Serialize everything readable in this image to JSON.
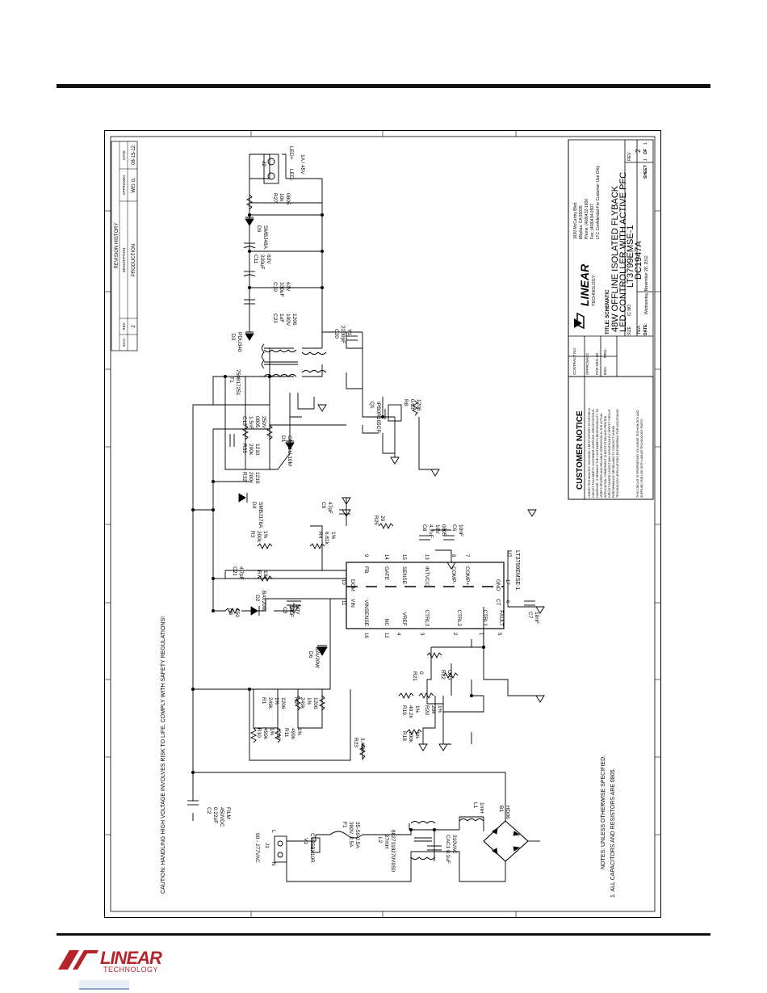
{
  "revision_history": {
    "title": "REVISION HISTORY",
    "headers": [
      "ECO",
      "REV",
      "DESCRIPTION",
      "APPROVED",
      "DATE"
    ],
    "row": {
      "eco": "",
      "rev": "2",
      "description": "PRODUCTION",
      "approved": "WEI G.",
      "date": "08-15-12"
    }
  },
  "caution": "CAUTION: HANDLING HIGH VOLTAGE INVOLVES RISK TO LIFE, COMPLY WITH SAFETY REGULATIONS!",
  "notes": {
    "line1": "NOTES: UNLESS OTHERWISE SPECIFIED,",
    "line2": "1. ALL CAPACITORS AND RESISTORS ARE 0805."
  },
  "input": {
    "range": "90 - 277VAC",
    "L": "L",
    "N": "N"
  },
  "components": {
    "J1": "J1",
    "V1": [
      "V1",
      "CV35BX10R"
    ],
    "L2": [
      "L2",
      "27mH",
      "8827318270V0S0"
    ],
    "F1": [
      "F1",
      "300V, 2.5A",
      "35-S9-2.5A"
    ],
    "CAC1": [
      "CAC1 0.1uF",
      "310VAC"
    ],
    "L1": [
      "L1",
      "1mH"
    ],
    "B1": [
      "B1",
      "HD06"
    ],
    "C2": [
      "C2",
      "0.22uF",
      "450VDC",
      "FILM"
    ],
    "R10": [
      "R10",
      "499k",
      "1%",
      "1206"
    ],
    "R11": [
      "R11",
      "499k",
      "1%"
    ],
    "R1": [
      "R1",
      "249k",
      "1%",
      "1206"
    ],
    "R2": [
      "R2",
      "249k",
      "1%",
      "1206"
    ],
    "R23": [
      "R23",
      "3.48K"
    ],
    "D6": [
      "D6",
      "BAV20W"
    ],
    "R5": [
      "R5",
      "150"
    ],
    "D2": [
      "D2",
      "BAV20W"
    ],
    "C3": [
      "C3",
      "10uF",
      "50V"
    ],
    "C21": [
      "C21",
      "4.7pF"
    ],
    "R7": [
      "R7",
      "10k"
    ],
    "R3": [
      "R3",
      "200k",
      "1%"
    ],
    "R4": [
      "R4",
      "6.81k",
      "1%"
    ],
    "C9": [
      "C9",
      "47pF"
    ],
    "D4": [
      "D4",
      "SMBJ170A"
    ],
    "R32": [
      "R32",
      "200k",
      "1210"
    ],
    "R33": [
      "R33",
      "200k",
      "1210"
    ],
    "C13": [
      "C13",
      "1.5nF",
      "0805",
      "250V"
    ],
    "D1": [
      "D1",
      "CMR1U-10M"
    ],
    "T1": [
      "T1",
      "750817251"
    ],
    "D3": [
      "D3",
      "PDU340"
    ],
    "C23": [
      "C23",
      "1uF",
      "100V",
      "1206"
    ],
    "C10": [
      "C10",
      "330uF",
      "63V"
    ],
    "C11": [
      "C11",
      "330uF",
      "63V"
    ],
    "D9": [
      "D9",
      "SMBJ48A"
    ],
    "R27": [
      "R27",
      "10k",
      "0805"
    ],
    "J2": [
      "J2",
      "LED+",
      "LED-",
      "1A / 45V"
    ],
    "Q1": [
      "Q1",
      "IPB0R165CP"
    ],
    "R8": [
      "R8",
      "0.03",
      "1206"
    ],
    "C20": [
      "C20",
      "2200pF",
      "Y1"
    ],
    "R25": [
      "R25",
      "20"
    ],
    "C8": [
      "C8",
      "4.7uF",
      "16V",
      "0805"
    ],
    "C6": [
      "C6",
      "10nF"
    ],
    "C7": [
      "C7",
      "10nF"
    ],
    "R21": [
      "R21",
      "0"
    ],
    "R22": [
      "R22",
      "OPT"
    ],
    "R19": [
      "R19",
      "40.2k",
      "1%"
    ],
    "R20": [
      "R20",
      "20k",
      "1%"
    ],
    "R18": [
      "R18",
      "100k",
      "1%"
    ],
    "U1": [
      "U1",
      "LT3799EMSE-1"
    ]
  },
  "ic_pins": {
    "top": [
      "FB",
      "GATE",
      "SENSE",
      "INTVCC",
      "COMP-",
      "COMP+"
    ],
    "top_nums": [
      "9",
      "14",
      "15",
      "13",
      "8",
      "7"
    ],
    "bottom": [
      "VINSENSE",
      "NC",
      "VREF",
      "CTRL3",
      "CTRL2",
      "CTRL1",
      "FAULT"
    ],
    "bottom_nums": [
      "16",
      "12",
      "4",
      "3",
      "2",
      "1",
      "5"
    ],
    "left": [
      "DCM",
      "VIN"
    ],
    "left_nums": [
      "10",
      "11"
    ],
    "right": [
      "GND",
      "CT"
    ],
    "right_nums": [
      "17",
      "6"
    ]
  },
  "customer_notice": {
    "title": "CUSTOMER NOTICE",
    "body": [
      "LINEAR TECHNOLOGY HAS MADE A BEST EFFORT TO DESIGN A",
      "CIRCUIT THAT MEETS CUSTOMER-SUPPLIED SPECIFICATIONS;",
      "HOWEVER, IT REMAINS THE CUSTOMER'S RESPONSIBILITY TO",
      "VERIFY PROPER AND RELIABLE OPERATION IN THE ACTUAL",
      "APPLICATION. COMPONENT SUBSTITUTION AND PRINTED",
      "CIRCUIT BOARD LAYOUT MAY SIGNIFICANTLY AFFECT CIRCUIT",
      "PERFORMANCE OR RELIABILITY. CONTACT LINEAR",
      "TECHNOLOGY APPLICATIONS ENGINEERING FOR ASSISTANCE."
    ],
    "footer": [
      "THIS CIRCUIT IS PROPRIETARY TO LINEAR TECHNOLOGY AND",
      "SUPPLIED FOR USE WITH LINEAR TECHNOLOGY PARTS."
    ]
  },
  "approvals": {
    "contract": "CONTRACT NO.",
    "approvals": "APPROVALS",
    "pcb_des": "PCB DES.",
    "pcb_des_val": "JM",
    "eng": "ENG.",
    "mrg": "MRG."
  },
  "company": {
    "word": "LINEAR",
    "tech": "TECHNOLOGY",
    "address": [
      "1630 McCarthy Blvd.",
      "Milpitas, CA 95035",
      "Phone: (408)432-1900",
      "Fax: (408)434-0507"
    ],
    "confidential": "LTC Confidential-For Customer Use Only"
  },
  "title_block": {
    "title_label": "TITLE: SCHEMATIC",
    "title1": "48W OFFLINE ISOLATED FLYBACK",
    "title2": "LED CONTROLLER WITH ACTIVE PFC",
    "ic_part": "LT3799EMSE-1",
    "dc": "DC1947A",
    "size_label": "SIZE",
    "size": "N/A",
    "icno_label": "IC NO.",
    "rev_label": "REV",
    "rev": "2",
    "date_label": "DATE:",
    "date": "Wednesday, November 28, 2012",
    "sheet_label": "SHEET",
    "sheet": "1",
    "of_label": "OF",
    "of": "1"
  },
  "footer": {
    "word": "LINEAR",
    "tech": "TECHNOLOGY"
  }
}
